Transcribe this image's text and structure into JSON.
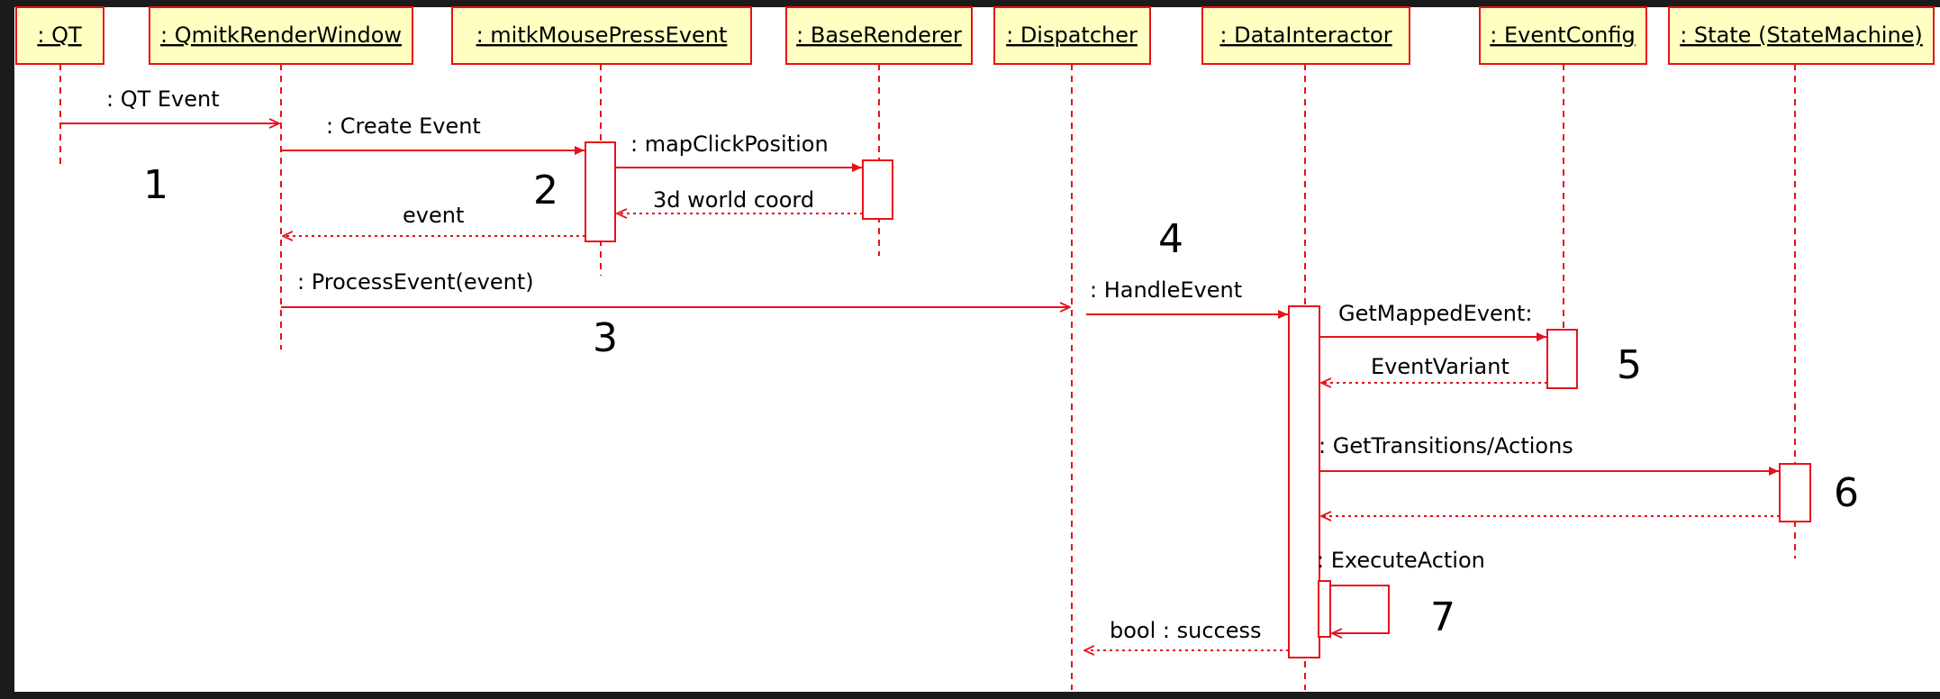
{
  "colors": {
    "frame": "#1b1b1b",
    "canvas": "#ffffff",
    "line": "#e8111a",
    "header_fill": "#ffffc2",
    "text": "#000000"
  },
  "lifelines": [
    {
      "name": ": QT"
    },
    {
      "name": ": QmitkRenderWindow"
    },
    {
      "name": ": mitkMousePressEvent"
    },
    {
      "name": ": BaseRenderer"
    },
    {
      "name": ": Dispatcher"
    },
    {
      "name": ": DataInteractor"
    },
    {
      "name": ": EventConfig"
    },
    {
      "name": ": State (StateMachine)"
    }
  ],
  "messages": [
    {
      "label": ": QT Event",
      "from": 0,
      "to": 1,
      "kind": "async"
    },
    {
      "label": ": Create Event",
      "from": 1,
      "to": 2,
      "kind": "sync"
    },
    {
      "label": ": mapClickPosition",
      "from": 2,
      "to": 3,
      "kind": "sync"
    },
    {
      "label": "3d world coord",
      "from": 3,
      "to": 2,
      "kind": "return"
    },
    {
      "label": "event",
      "from": 2,
      "to": 1,
      "kind": "return"
    },
    {
      "label": ": ProcessEvent(event)",
      "from": 1,
      "to": 4,
      "kind": "async"
    },
    {
      "label": ": HandleEvent",
      "from": 4,
      "to": 5,
      "kind": "sync"
    },
    {
      "label": "GetMappedEvent:",
      "from": 5,
      "to": 6,
      "kind": "sync"
    },
    {
      "label": "EventVariant",
      "from": 6,
      "to": 5,
      "kind": "return"
    },
    {
      "label": ": GetTransitions/Actions",
      "from": 5,
      "to": 7,
      "kind": "sync"
    },
    {
      "label": "",
      "from": 7,
      "to": 5,
      "kind": "return"
    },
    {
      "label": ": ExecuteAction",
      "from": 5,
      "to": 5,
      "kind": "self"
    },
    {
      "label": "bool : success",
      "from": 5,
      "to": 4,
      "kind": "return"
    }
  ],
  "step_numbers": [
    "1",
    "2",
    "3",
    "4",
    "5",
    "6",
    "7"
  ]
}
